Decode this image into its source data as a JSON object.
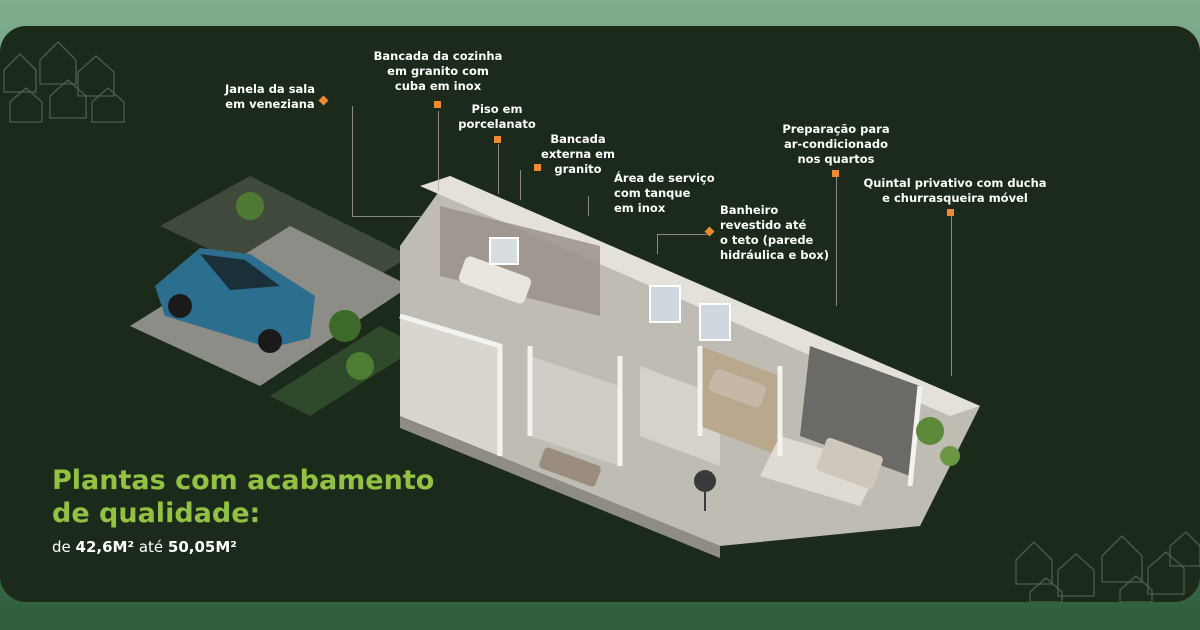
{
  "colors": {
    "accent_green": "#93c243",
    "marker_orange": "#f08a32",
    "panel_bg": "#1c2a1c"
  },
  "callouts": [
    {
      "id": "janela",
      "text": "Janela da sala\nem veneziana"
    },
    {
      "id": "bancada-cozinha",
      "text": "Bancada da cozinha\nem granito com\ncuba em inox"
    },
    {
      "id": "piso",
      "text": "Piso em\nporcelanato"
    },
    {
      "id": "bancada-externa",
      "text": "Bancada\nexterna em\ngranito"
    },
    {
      "id": "area-servico",
      "text": "Área de serviço\ncom tanque\nem inox"
    },
    {
      "id": "banheiro",
      "text": "Banheiro\nrevestido até\no teto  (parede\nhidráulica e box)"
    },
    {
      "id": "ar-condicionado",
      "text": "Preparação para\nar-condicionado\nnos quartos"
    },
    {
      "id": "quintal",
      "text": "Quintal privativo com ducha\ne churrasqueira móvel"
    }
  ],
  "headline": {
    "line1": "Plantas com acabamento",
    "line2": "de qualidade:"
  },
  "subtitle": {
    "prefix": "de",
    "min": "42,6M²",
    "mid": "até",
    "max": "50,05M²"
  },
  "icons": [
    "house-outline-pattern-icon",
    "car-icon",
    "plant-icon",
    "grill-icon"
  ]
}
